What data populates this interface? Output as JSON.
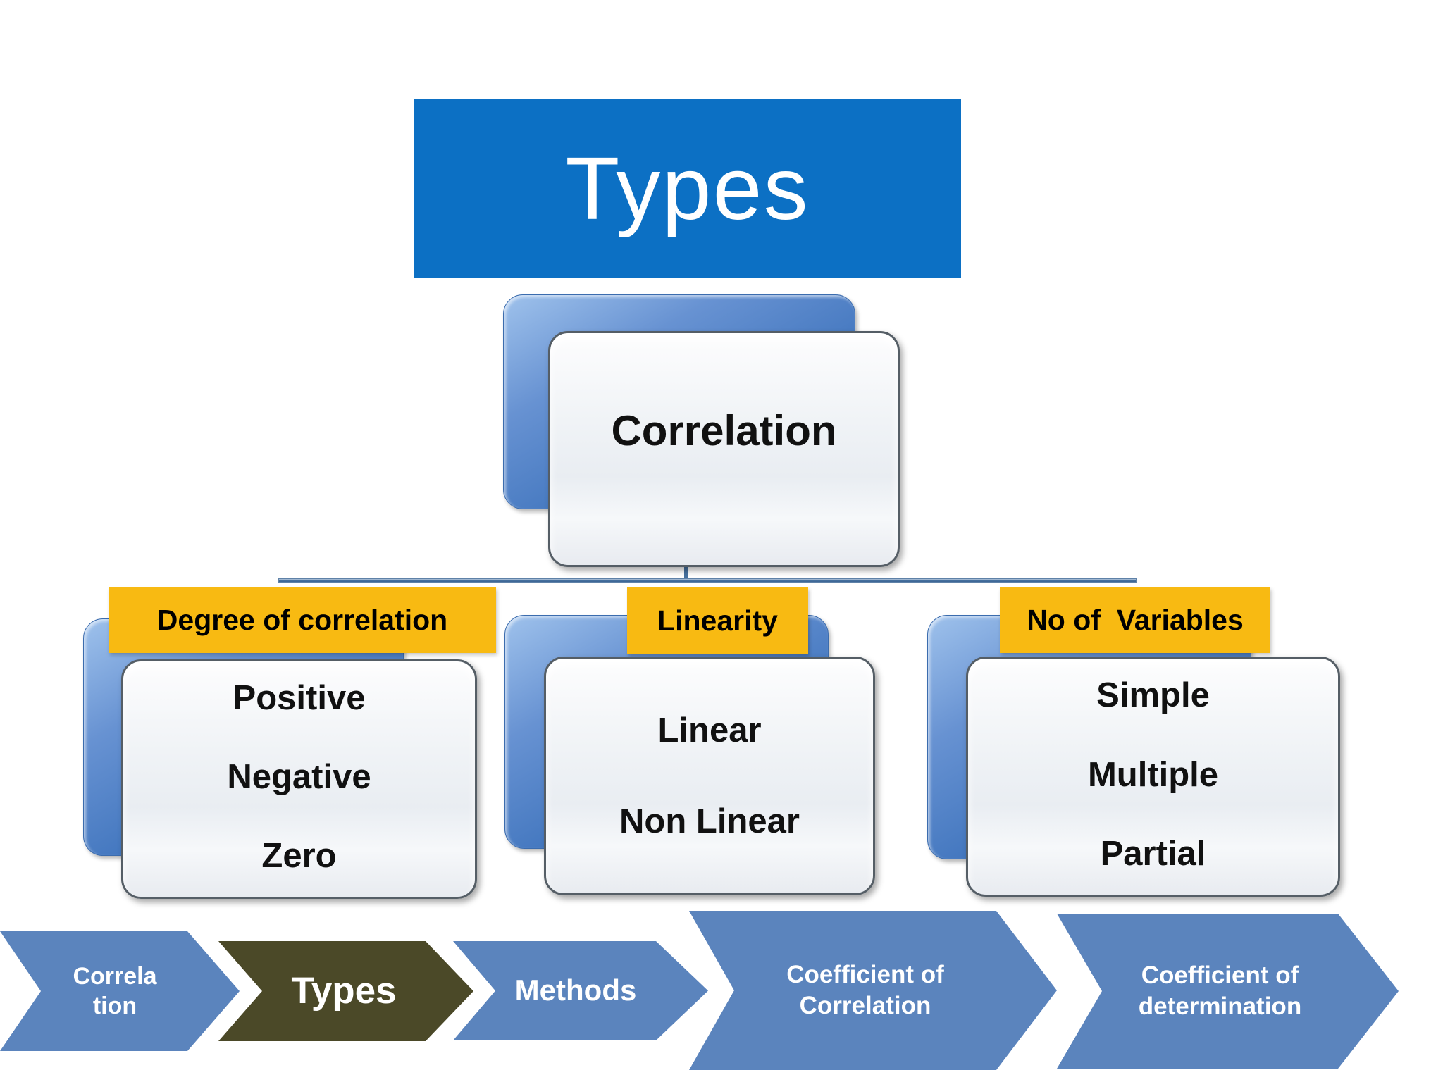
{
  "slide": {
    "title": "Types",
    "root_label": "Correlation"
  },
  "branches": [
    {
      "label": "Degree of correlation",
      "items": [
        "Positive",
        "Negative",
        "Zero"
      ]
    },
    {
      "label": "Linearity",
      "items": [
        "Linear",
        "Non Linear"
      ]
    },
    {
      "label": "No of  Variables",
      "items": [
        "Simple",
        "Multiple",
        "Partial"
      ]
    }
  ],
  "nav": [
    {
      "lines": [
        "Correla",
        "tion"
      ],
      "active": false
    },
    {
      "lines": [
        "Types"
      ],
      "active": true
    },
    {
      "lines": [
        "Methods"
      ],
      "active": false
    },
    {
      "lines": [
        "Coefficient of",
        "Correlation"
      ],
      "active": false
    },
    {
      "lines": [
        "Coefficient of",
        "determination"
      ],
      "active": false
    }
  ],
  "colors": {
    "title_bg": "#0c70c4",
    "chevron_blue": "#5b84bd",
    "chevron_active": "#4b4928",
    "label_bg": "#f8ba12",
    "connector": "#46719f",
    "node_border": "#555e66",
    "text_dark": "#111111",
    "text_light": "#ffffff"
  }
}
